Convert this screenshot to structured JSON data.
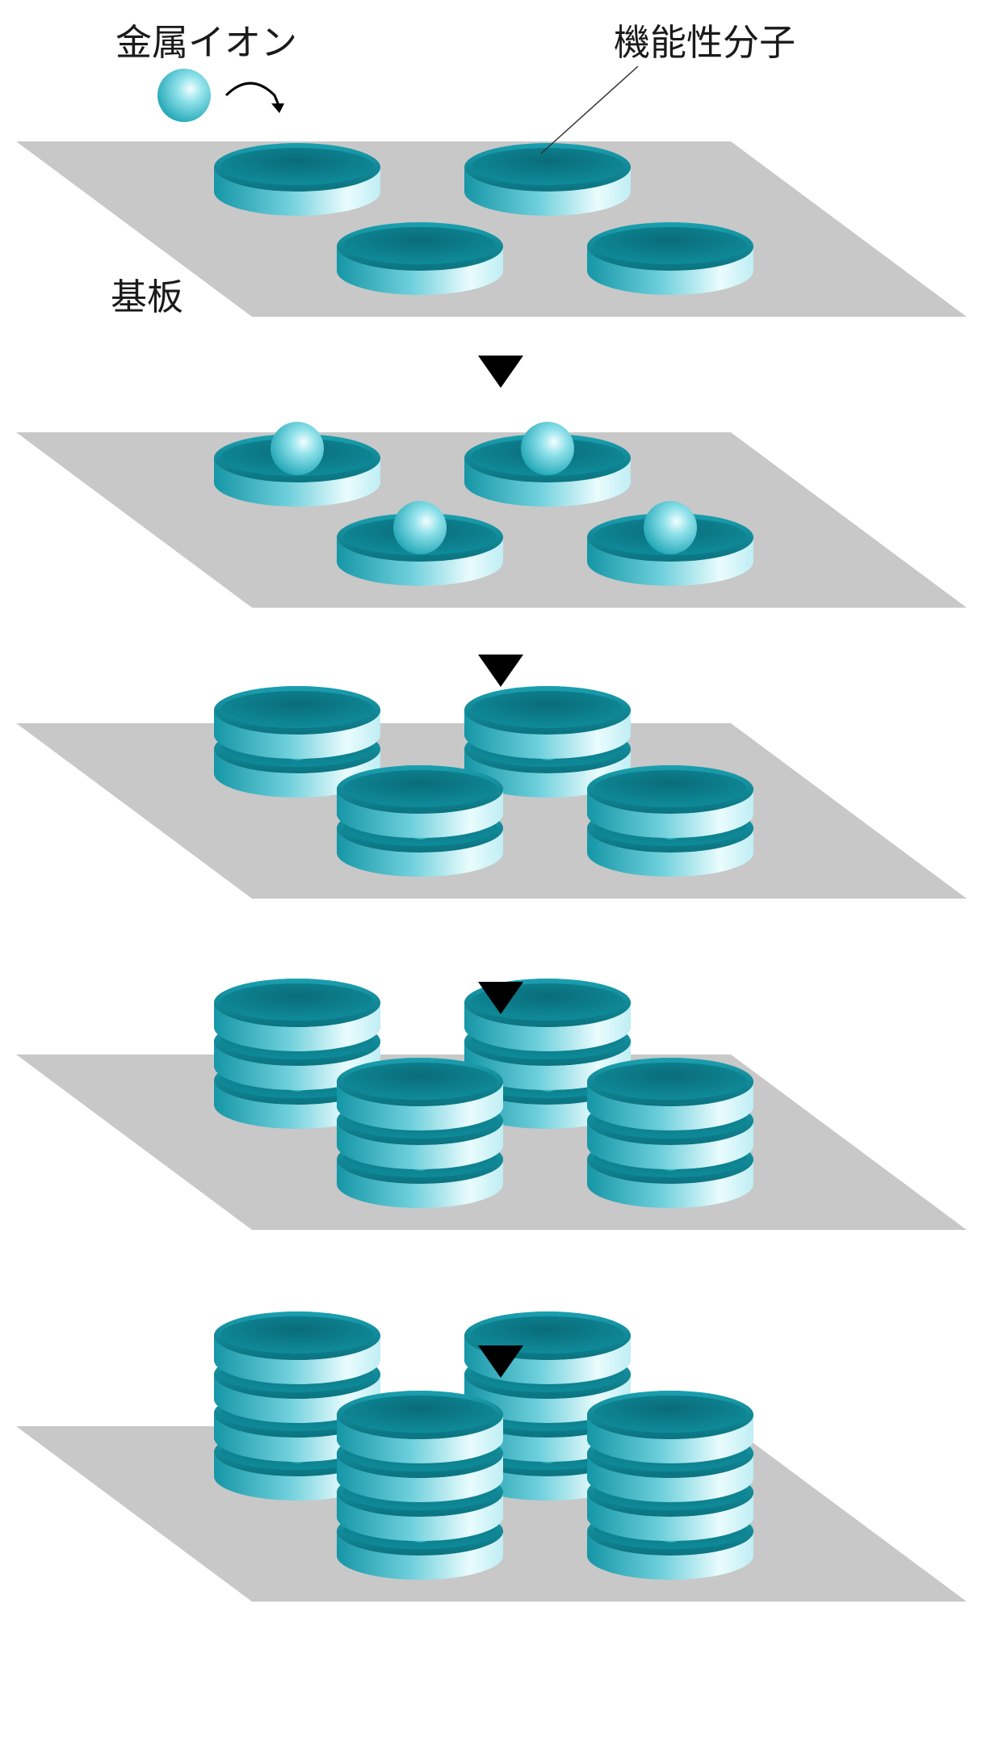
{
  "labels": {
    "metal_ion": "金属イオン",
    "functional_molecule": "機能性分子",
    "substrate": "基板"
  },
  "colors": {
    "substrate": "#c8c8c8",
    "disc_top": "#0f8a98",
    "disc_top_dark": "#0a6f7c",
    "disc_side_light": "#e9fbfd",
    "disc_side_dark": "#1596a6",
    "ion_light": "#e8fbfd",
    "ion_dark": "#1aa3b3",
    "arrow": "#000000"
  },
  "steps": [
    {
      "layers": 1,
      "ions_on_top": false
    },
    {
      "layers": 1,
      "ions_on_top": true
    },
    {
      "layers": 2,
      "ions_on_top": false
    },
    {
      "layers": 3,
      "ions_on_top": false
    },
    {
      "layers": 4,
      "ions_on_top": false
    }
  ],
  "molecules_per_step": 4
}
